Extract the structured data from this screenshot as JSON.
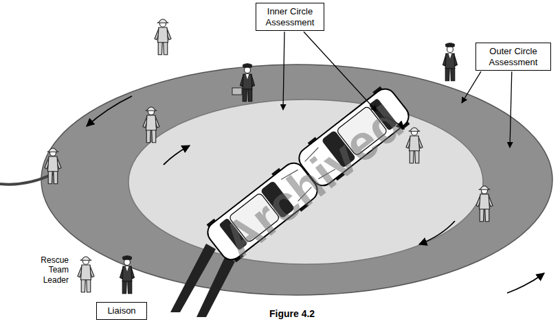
{
  "diagram": {
    "caption": "Figure 4.2",
    "nodes": [
      {
        "text": [
          "Inner Circle Assessment"
        ]
      },
      {
        "text": [
          "Outer Circle Assessment"
        ]
      },
      {
        "text": [
          "Liaison"
        ]
      }
    ],
    "labels": [
      "Rescue Team Leader",
      "Archived"
    ]
  }
}
